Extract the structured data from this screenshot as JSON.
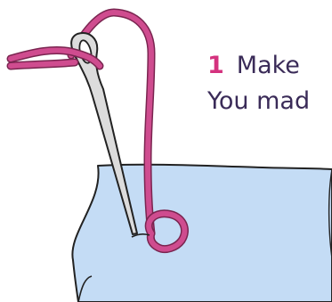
{
  "instruction": {
    "step_number": "1",
    "line1_text": "Make",
    "line2_text": "You mad"
  },
  "colors": {
    "thread": "#cf4c8f",
    "thread_outline": "#7a2550",
    "fabric": "#c4dcf5",
    "needle": "#d9d9d9",
    "step_number": "#d4327e",
    "text": "#3a2b58"
  },
  "icons": [
    "needle-icon",
    "thread-icon",
    "fabric-icon"
  ]
}
